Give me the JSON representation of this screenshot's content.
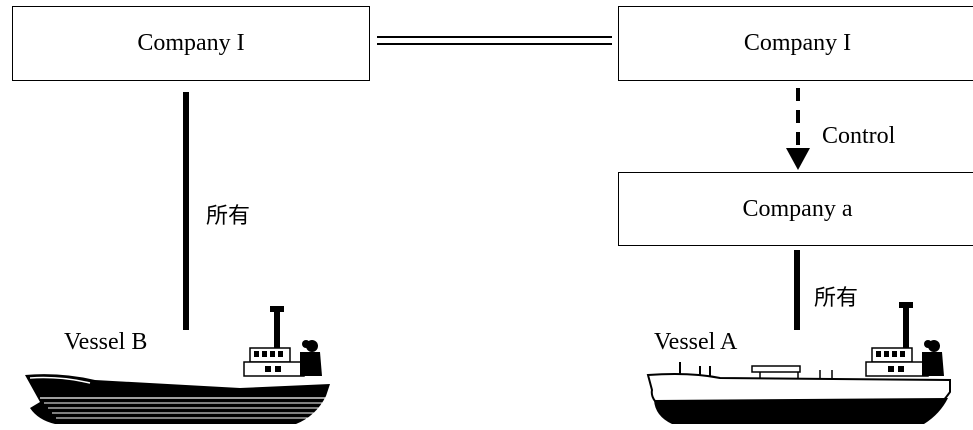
{
  "left_group": {
    "company_label": "Company I",
    "relation_label": "所有",
    "vessel_label": "Vessel B"
  },
  "right_group": {
    "top_company_label": "Company I",
    "control_label": "Control",
    "sub_company_label": "Company a",
    "relation_label": "所有",
    "vessel_label": "Vessel A"
  },
  "connector": "double-line"
}
